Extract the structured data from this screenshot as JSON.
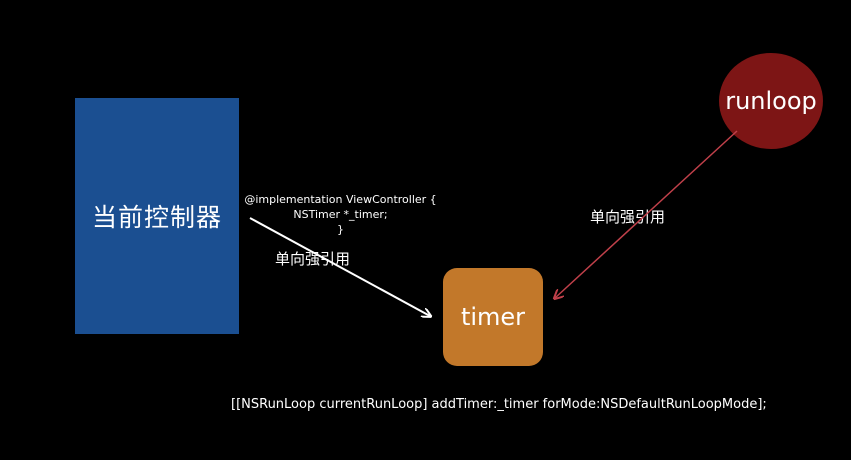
{
  "controller": {
    "label": "当前控制器"
  },
  "timer": {
    "label": "timer"
  },
  "runloop": {
    "label": "runloop"
  },
  "code": {
    "line1": "@implementation ViewController {",
    "line2": "NSTimer *_timer;",
    "line3": "}"
  },
  "edges": {
    "controller_to_timer": "单向强引用",
    "runloop_to_timer": "单向强引用"
  },
  "footer": "[[NSRunLoop currentRunLoop] addTimer:_timer forMode:NSDefaultRunLoopMode];",
  "colors": {
    "controller": "#1b4f91",
    "timer": "#c2782a",
    "runloop": "#7d1515",
    "arrow_white": "#ffffff",
    "arrow_red": "#c0404a"
  }
}
